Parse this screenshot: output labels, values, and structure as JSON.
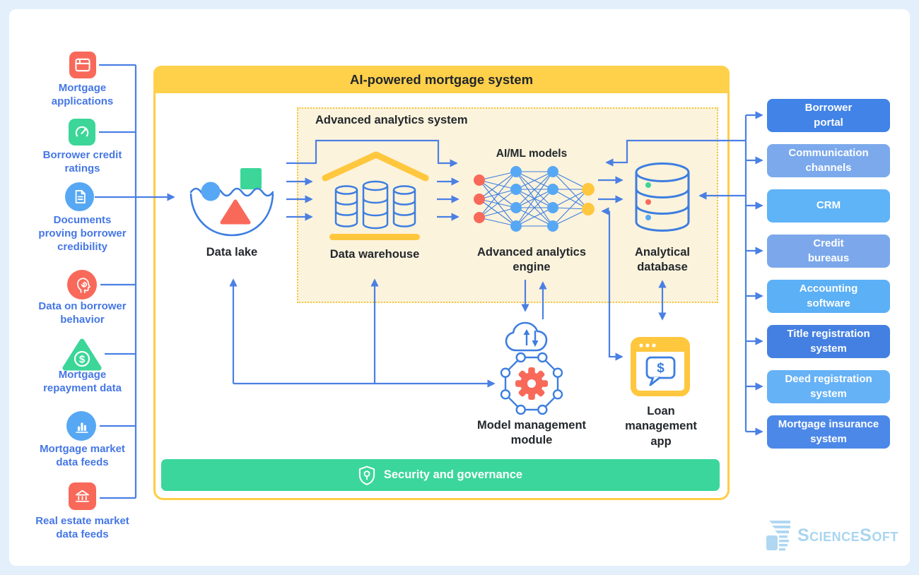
{
  "title": "AI-powered mortgage system",
  "diagram": {
    "analytics_system_label": "Advanced analytics system",
    "data_lake_label": "Data lake",
    "data_warehouse_label": "Data warehouse",
    "aiml_models_label": "AI/ML models",
    "analytics_engine_label": "Advanced analytics\nengine",
    "analytical_database_label": "Analytical\ndatabase",
    "model_management_label": "Model management\nmodule",
    "loan_app_label": "Loan\nmanagement\napp",
    "security_label": "Security and governance"
  },
  "data_sources": [
    {
      "label": "Mortgage\napplications",
      "icon": "application-window",
      "color": "#F9695A",
      "shape": "rounded-square"
    },
    {
      "label": "Borrower credit\nratings",
      "icon": "gauge",
      "color": "#3BD698",
      "shape": "rounded-square"
    },
    {
      "label": "Documents\nproving borrower\ncredibility",
      "icon": "document",
      "color": "#56A8F4",
      "shape": "circle"
    },
    {
      "label": "Data on borrower\nbehavior",
      "icon": "head-profile",
      "color": "#F9695A",
      "shape": "circle"
    },
    {
      "label": "Mortgage\nrepayment data",
      "icon": "dollar-sign",
      "color": "#3BD698",
      "shape": "triangle"
    },
    {
      "label": "Mortgage market\ndata feeds",
      "icon": "bar-chart",
      "color": "#56A8F4",
      "shape": "circle"
    },
    {
      "label": "Real estate market\ndata feeds",
      "icon": "bank-building",
      "color": "#F9695A",
      "shape": "rounded-square"
    }
  ],
  "external_systems": [
    {
      "label": "Borrower\nportal",
      "color": "#4183E7"
    },
    {
      "label": "Communication\nchannels",
      "color": "#7BA9EC"
    },
    {
      "label": "CRM",
      "color": "#5FB3F7"
    },
    {
      "label": "Credit\nbureaus",
      "color": "#7CA8EB"
    },
    {
      "label": "Accounting\nsoftware",
      "color": "#5BB0F6"
    },
    {
      "label": "Title registration\nsystem",
      "color": "#4480E2"
    },
    {
      "label": "Deed registration\nsystem",
      "color": "#66B2F6"
    },
    {
      "label": "Mortgage insurance\nsystem",
      "color": "#4C88E8"
    }
  ],
  "logo_text": "ScienceSoft",
  "colors": {
    "yellow": "#FFCE45",
    "cream": "#FCF3DC",
    "green": "#3BD698",
    "green_bar": "#3BD69B",
    "red": "#F9695A",
    "light_blue": "#56A8F4",
    "arrow_blue": "#4A80E4",
    "label_blue": "#4577E5",
    "background": "#E3F0FC"
  }
}
